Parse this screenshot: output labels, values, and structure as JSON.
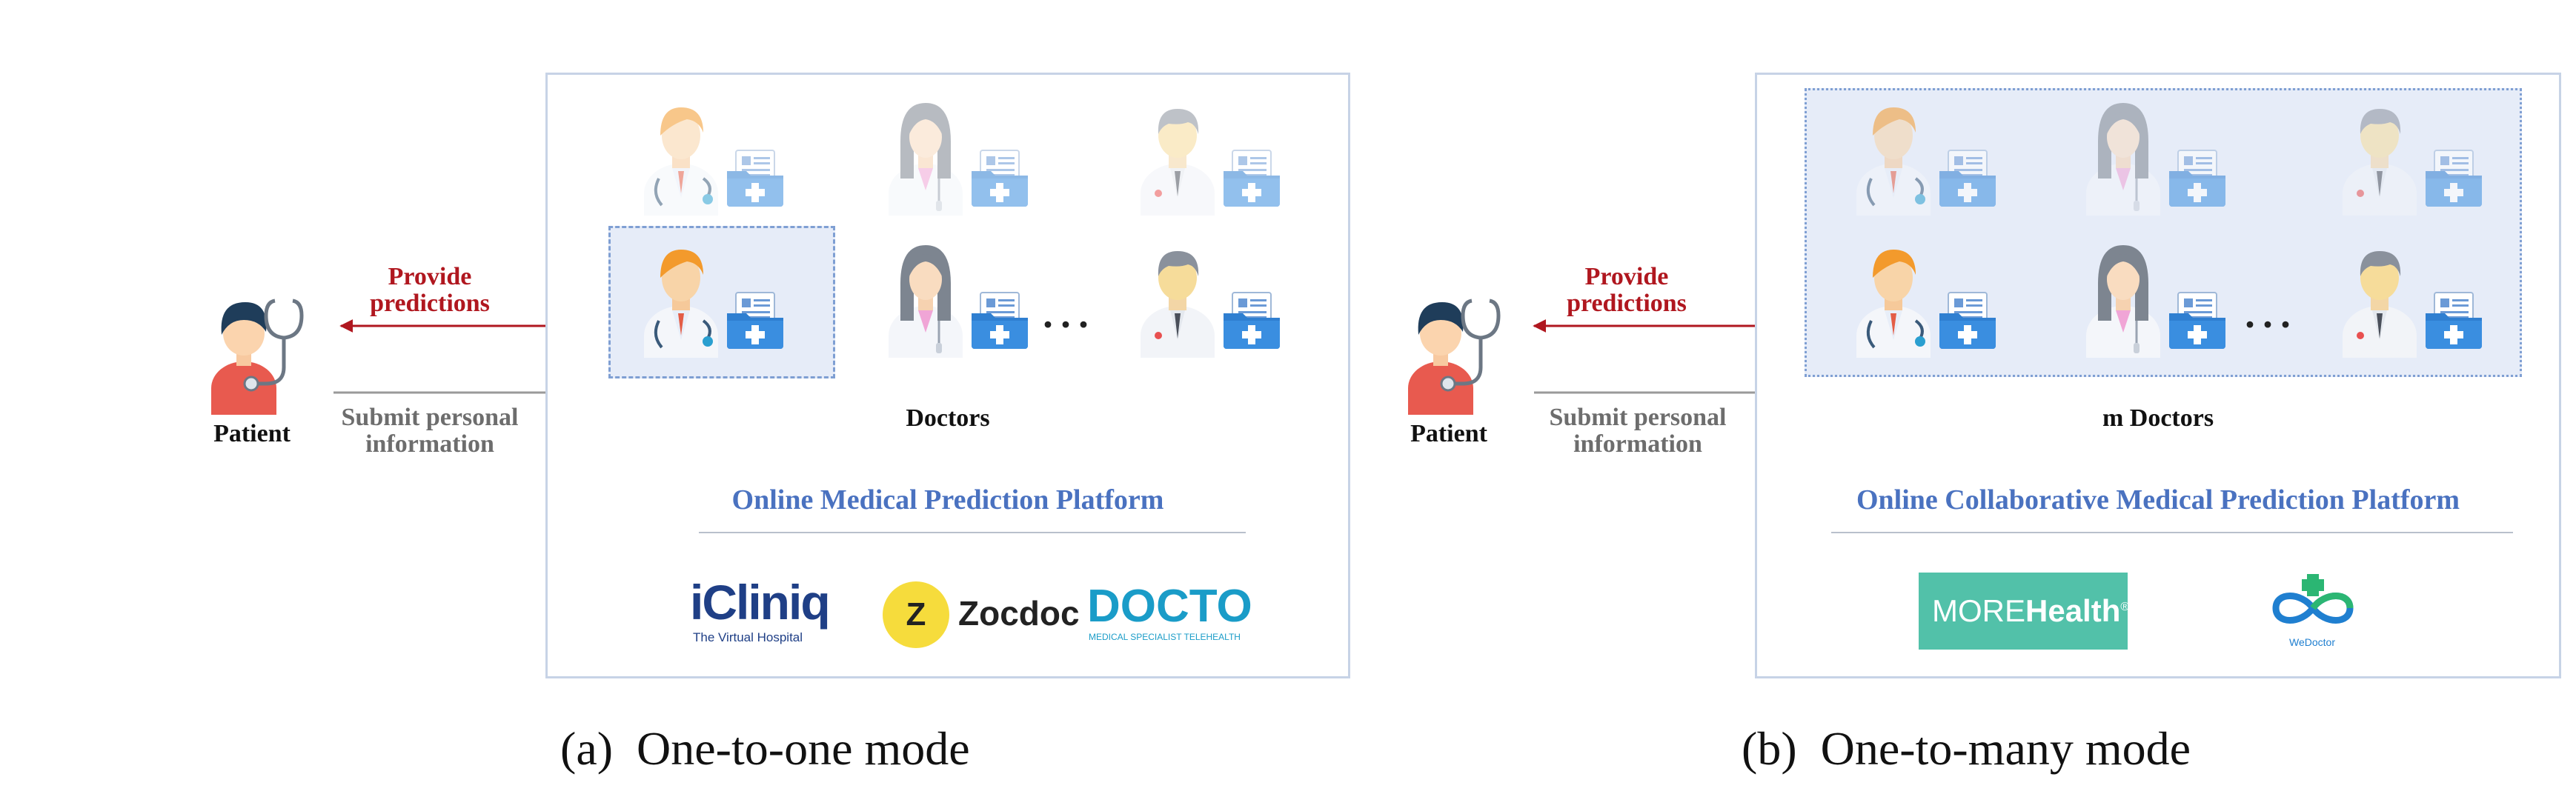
{
  "panel_a": {
    "provide_line1": "Provide",
    "provide_line2": "predictions",
    "submit_line1": "Submit personal",
    "submit_line2": "information",
    "patient_label": "Patient",
    "doctors_label": "Doctors",
    "platform_title": "Online Medical Prediction Platform",
    "logos": {
      "icliniq_main": "iCliniq",
      "icliniq_sub": "The Virtual Hospital",
      "zocdoc": "Zocdoc",
      "zocdoc_mark": "Z",
      "docto_main": "DOCTO",
      "docto_sub": "MEDICAL SPECIALIST TELEHEALTH"
    },
    "ellipsis": "···",
    "caption_tag": "(a)",
    "caption_text": "One-to-one mode"
  },
  "panel_b": {
    "provide_line1": "Provide",
    "provide_line2": "predictions",
    "submit_line1": "Submit personal",
    "submit_line2": "information",
    "patient_label": "Patient",
    "doctors_label": "m Doctors",
    "platform_title": "Online Collaborative Medical Prediction Platform",
    "logos": {
      "morehealth_a": "MORE",
      "morehealth_b": "Health",
      "morehealth_reg": "®",
      "wedoctor": "WeDoctor"
    },
    "ellipsis": "···",
    "caption_tag": "(b)",
    "caption_text": "One-to-many mode"
  },
  "colors": {
    "arrow_red": "#b0171f",
    "arrow_gray": "#9a9a9a",
    "panel_border": "#c7d3e6",
    "platform_blue": "#4a72c0",
    "selection_fill": "#e6ecf8",
    "selection_border": "#7f9fd3"
  }
}
